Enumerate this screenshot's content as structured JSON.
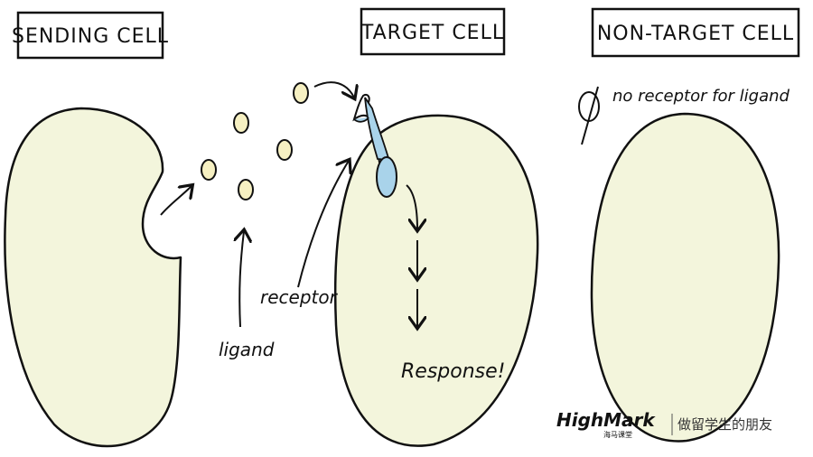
{
  "titles": {
    "sending": "SENDING CELL",
    "target": "TARGET CELL",
    "nontarget": "NON-TARGET CELL"
  },
  "labels": {
    "no_receptor": "no receptor for ligand",
    "ligand": "ligand",
    "receptor": "receptor",
    "response": "Response!"
  },
  "colors": {
    "cell_fill": "#f3f5dc",
    "ligand_fill": "#f6f0c2",
    "receptor_fill": "#a9d3ea",
    "stroke": "#111111"
  },
  "watermark": {
    "logo": "HighMark",
    "logo_sub": "海马课堂",
    "tagline": "做留学生的朋友"
  }
}
